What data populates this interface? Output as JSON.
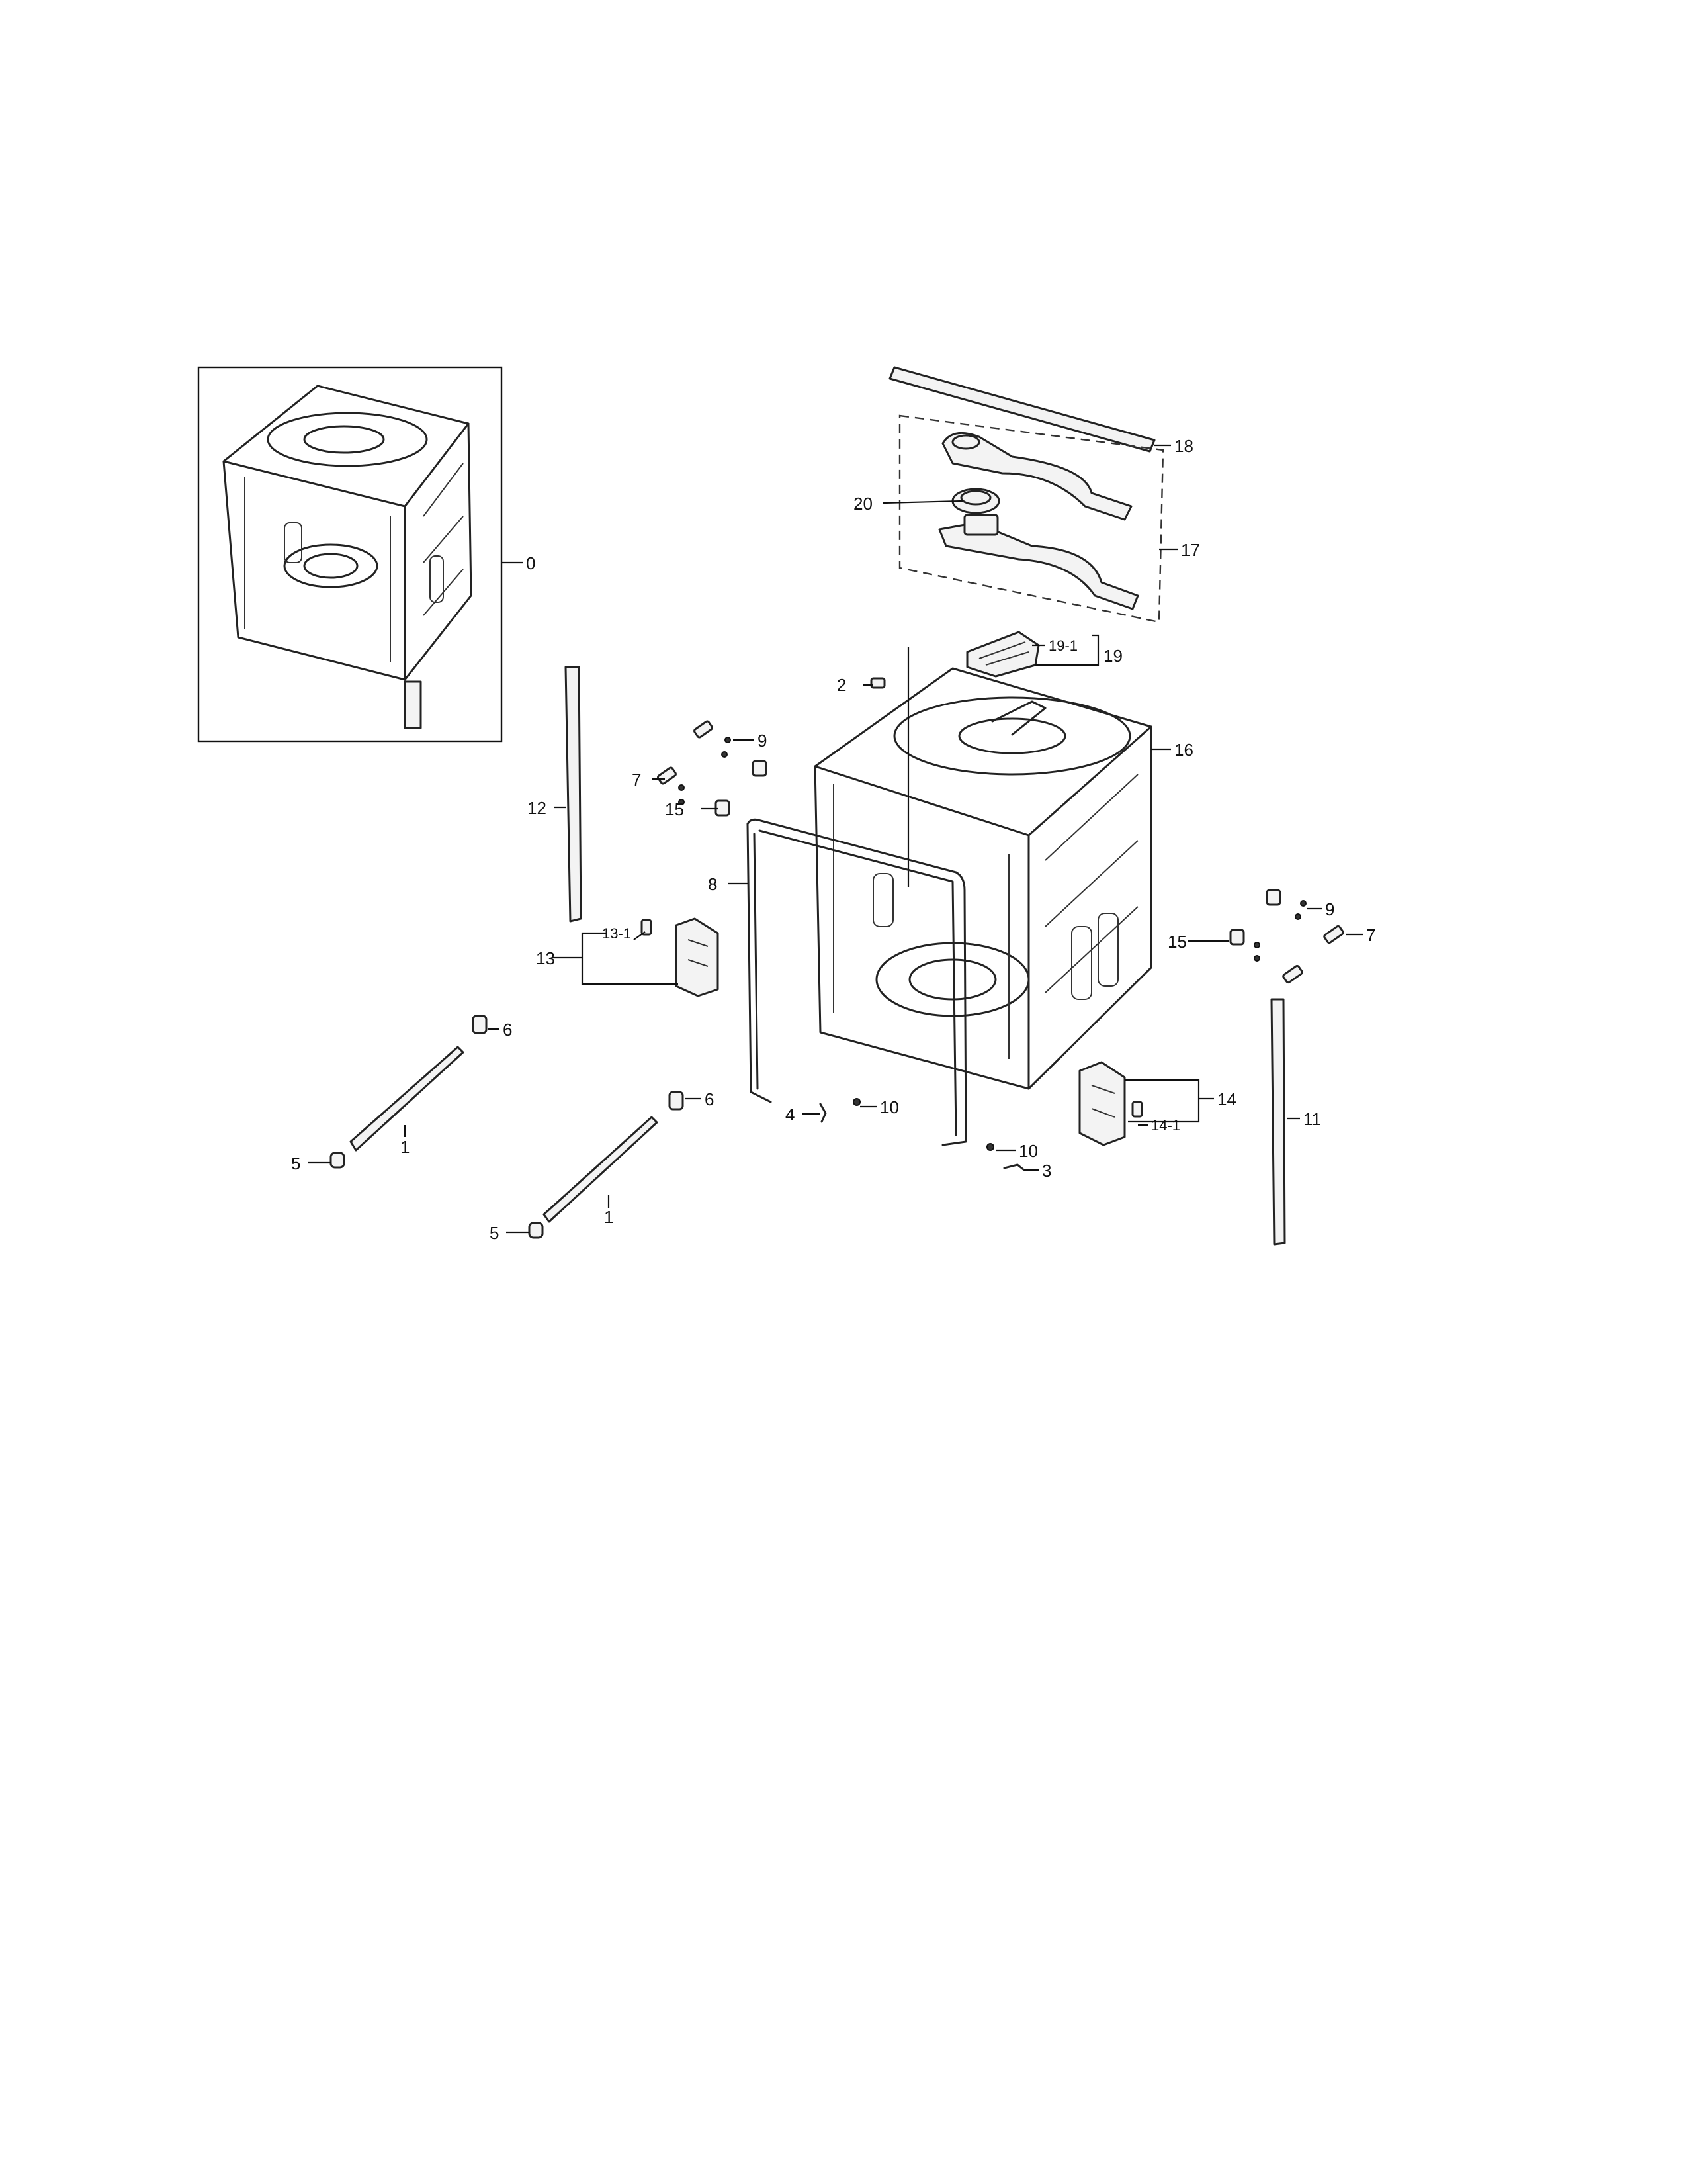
{
  "callouts": {
    "c0": "0",
    "c1a": "1",
    "c1b": "1",
    "c2": "2",
    "c3": "3",
    "c4": "4",
    "c5a": "5",
    "c5b": "5",
    "c6a": "6",
    "c6b": "6",
    "c7a": "7",
    "c7b": "7",
    "c8": "8",
    "c9a": "9",
    "c9b": "9",
    "c10a": "10",
    "c10b": "10",
    "c11": "11",
    "c12": "12",
    "c13": "13",
    "c13_1": "13-1",
    "c14": "14",
    "c14_1": "14-1",
    "c15a": "15",
    "c15b": "15",
    "c16": "16",
    "c17": "17",
    "c18": "18",
    "c19": "19",
    "c19_1": "19-1",
    "c20": "20"
  }
}
